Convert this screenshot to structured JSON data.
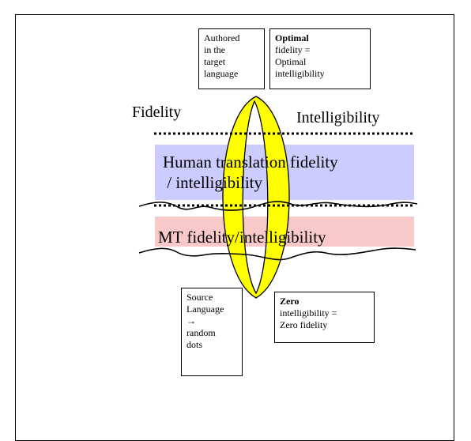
{
  "labels": {
    "fidelity": "Fidelity",
    "intelligibility": "Intelligibility"
  },
  "bands": {
    "human": {
      "line1": "Human translation fidelity",
      "line2": " / intelligibility",
      "color": "#ccccff"
    },
    "mt": {
      "text": "MT fidelity/intelligibility",
      "color": "#f9c8c8"
    }
  },
  "boxes": {
    "authored": {
      "lines": [
        "Authored",
        "in the",
        "target",
        "language"
      ]
    },
    "optimal": {
      "bold": "Optimal",
      "lines": [
        "fidelity =",
        "Optimal",
        "intelligibility"
      ]
    },
    "source": {
      "lines": [
        "Source",
        "Language",
        "→",
        "random",
        "dots"
      ]
    },
    "zero": {
      "bold": "Zero",
      "lines": [
        "intelligibility =",
        "Zero fidelity"
      ]
    }
  },
  "colors": {
    "ring_fill": "#ffff00",
    "ring_stroke": "#000000"
  }
}
